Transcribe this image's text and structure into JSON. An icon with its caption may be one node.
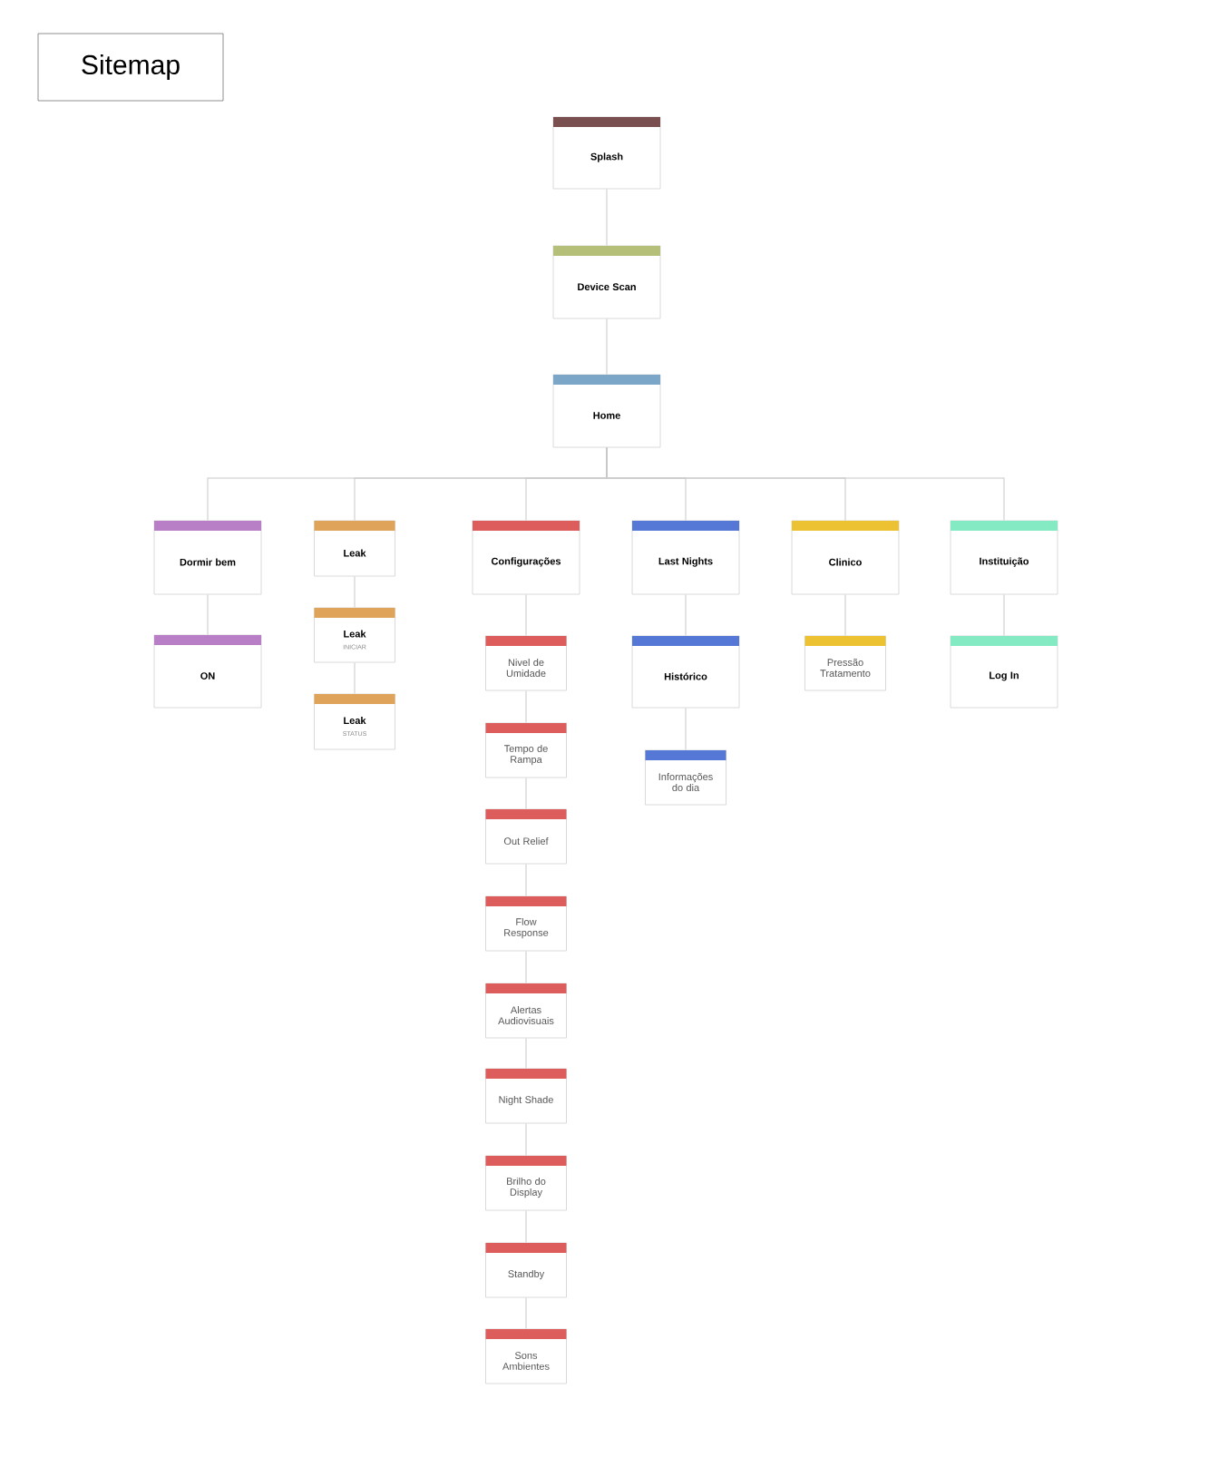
{
  "diagram": {
    "title": "Sitemap",
    "nodes": [
      {
        "text": [
          "Splash"
        ]
      },
      {
        "text": [
          "Device Scan"
        ]
      },
      {
        "text": [
          "Home"
        ]
      },
      {
        "text": [
          "Dormir bem"
        ]
      },
      {
        "text": [
          "ON"
        ]
      },
      {
        "text": [
          "Leak"
        ]
      },
      {
        "text": [
          "Leak",
          "INICIAR"
        ]
      },
      {
        "text": [
          "Leak",
          "STATUS"
        ]
      },
      {
        "text": [
          "Configurações"
        ]
      },
      {
        "text": [
          "Nivel de Umidade"
        ]
      },
      {
        "text": [
          "Tempo de Rampa"
        ]
      },
      {
        "text": [
          "Out Relief"
        ]
      },
      {
        "text": [
          "Flow Response"
        ]
      },
      {
        "text": [
          "Alertas Audiovisuais"
        ]
      },
      {
        "text": [
          "Night Shade"
        ]
      },
      {
        "text": [
          "Brilho do Display"
        ]
      },
      {
        "text": [
          "Standby"
        ]
      },
      {
        "text": [
          "Sons Ambientes"
        ]
      },
      {
        "text": [
          "Last Nights"
        ]
      },
      {
        "text": [
          "Histórico"
        ]
      },
      {
        "text": [
          "Informações do dia"
        ]
      },
      {
        "text": [
          "Clinico"
        ]
      },
      {
        "text": [
          "Pressão Tratamento"
        ]
      },
      {
        "text": [
          "Instituição"
        ]
      },
      {
        "text": [
          "Log In"
        ]
      }
    ],
    "edges": [
      {
        "from": 0,
        "to": 1,
        "arrow": "none"
      },
      {
        "from": 1,
        "to": 2,
        "arrow": "none"
      },
      {
        "from": 2,
        "to": 3,
        "arrow": "none"
      },
      {
        "from": 2,
        "to": 5,
        "arrow": "none"
      },
      {
        "from": 2,
        "to": 8,
        "arrow": "none"
      },
      {
        "from": 2,
        "to": 18,
        "arrow": "none"
      },
      {
        "from": 2,
        "to": 21,
        "arrow": "none"
      },
      {
        "from": 2,
        "to": 23,
        "arrow": "none"
      },
      {
        "from": 3,
        "to": 4,
        "arrow": "none"
      },
      {
        "from": 5,
        "to": 6,
        "arrow": "none"
      },
      {
        "from": 6,
        "to": 7,
        "arrow": "none"
      },
      {
        "from": 8,
        "to": 9,
        "arrow": "none"
      },
      {
        "from": 9,
        "to": 10,
        "arrow": "none"
      },
      {
        "from": 10,
        "to": 11,
        "arrow": "none"
      },
      {
        "from": 11,
        "to": 12,
        "arrow": "none"
      },
      {
        "from": 12,
        "to": 13,
        "arrow": "none"
      },
      {
        "from": 13,
        "to": 14,
        "arrow": "none"
      },
      {
        "from": 14,
        "to": 15,
        "arrow": "none"
      },
      {
        "from": 15,
        "to": 16,
        "arrow": "none"
      },
      {
        "from": 16,
        "to": 17,
        "arrow": "none"
      },
      {
        "from": 18,
        "to": 19,
        "arrow": "none"
      },
      {
        "from": 19,
        "to": 20,
        "arrow": "none"
      },
      {
        "from": 21,
        "to": 22,
        "arrow": "none"
      },
      {
        "from": 23,
        "to": 24,
        "arrow": "none"
      }
    ]
  }
}
